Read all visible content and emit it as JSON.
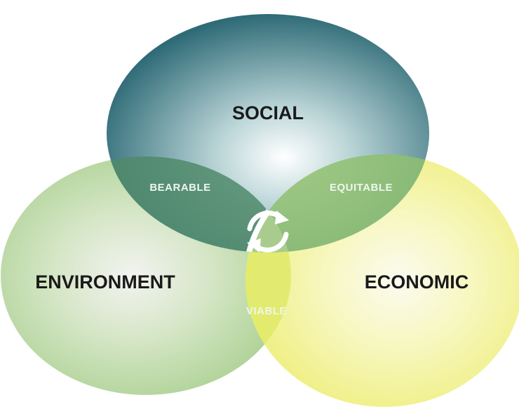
{
  "diagram": {
    "circles": {
      "social": "SOCIAL",
      "environment": "ENVIRONMENT",
      "economic": "ECONOMIC"
    },
    "overlaps": {
      "social_environment": "BEARABLE",
      "social_economic": "EQUITABLE",
      "environment_economic": "VIABLE"
    },
    "center_icon": "recycle-cycle-icon",
    "colors": {
      "social": "#3f7f88",
      "environment": "#bcd9a6",
      "economic": "#f2f29a",
      "bearable": "#4f8a6a",
      "equitable": "#8fbf70",
      "viable": "#e0ea6a",
      "center": "#a9cc8e",
      "label_text": "#1a1a1a"
    }
  }
}
